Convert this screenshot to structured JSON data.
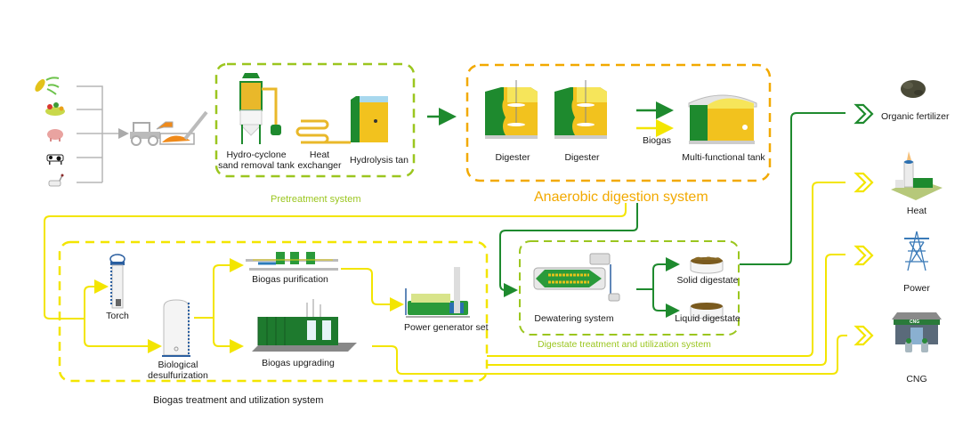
{
  "title": "Biogas plant process flow",
  "colors": {
    "green_dark": "#1e8a2e",
    "green_lime": "#9bc61f",
    "orange": "#f2a900",
    "yellow": "#f3e500",
    "gray_line": "#b5b5b5"
  },
  "feedstock": {
    "items": [
      {
        "name": "corn-straw",
        "icon": "corn-icon"
      },
      {
        "name": "fruit-vegetable-waste",
        "icon": "vegetables-icon"
      },
      {
        "name": "pig-manure",
        "icon": "pig-icon"
      },
      {
        "name": "cow-manure",
        "icon": "cow-icon"
      },
      {
        "name": "goat-manure",
        "icon": "goat-icon"
      }
    ],
    "loader_icon": "loader-icon",
    "hopper_icon": "feeding-hopper-icon"
  },
  "pretreatment": {
    "title": "Pretreatment system",
    "items": [
      {
        "label_line1": "Hydro-cyclone",
        "label_line2": "sand removal tank"
      },
      {
        "label_line1": "Heat",
        "label_line2": "exchanger"
      },
      {
        "label_line1": "Hydrolysis tan",
        "label_line2": ""
      }
    ]
  },
  "anaerobic": {
    "title": "Anaerobic digestion system",
    "digester1": "Digester",
    "digester2": "Digester",
    "biogas": "Biogas",
    "multi_tank": "Multi-functional tank"
  },
  "biogas_system": {
    "title": "Biogas treatment and utilization system",
    "torch": "Torch",
    "desulf_line1": "Biological",
    "desulf_line2": "desulfurization",
    "purification": "Biogas purification",
    "upgrading": "Biogas upgrading",
    "generator": "Power generator set"
  },
  "digestate_system": {
    "title": "Digestate treatment and utilization system",
    "dewatering": "Dewatering system",
    "solid": "Solid digestate",
    "liquid": "Liquid digestate"
  },
  "outputs": [
    {
      "label": "Organic fertilizer",
      "icon": "fertilizer-icon"
    },
    {
      "label": "Heat",
      "icon": "heat-plant-icon"
    },
    {
      "label": "Power",
      "icon": "power-tower-icon"
    },
    {
      "label": "CNG",
      "icon": "cng-station-icon"
    }
  ],
  "cng_sign": "CNG"
}
